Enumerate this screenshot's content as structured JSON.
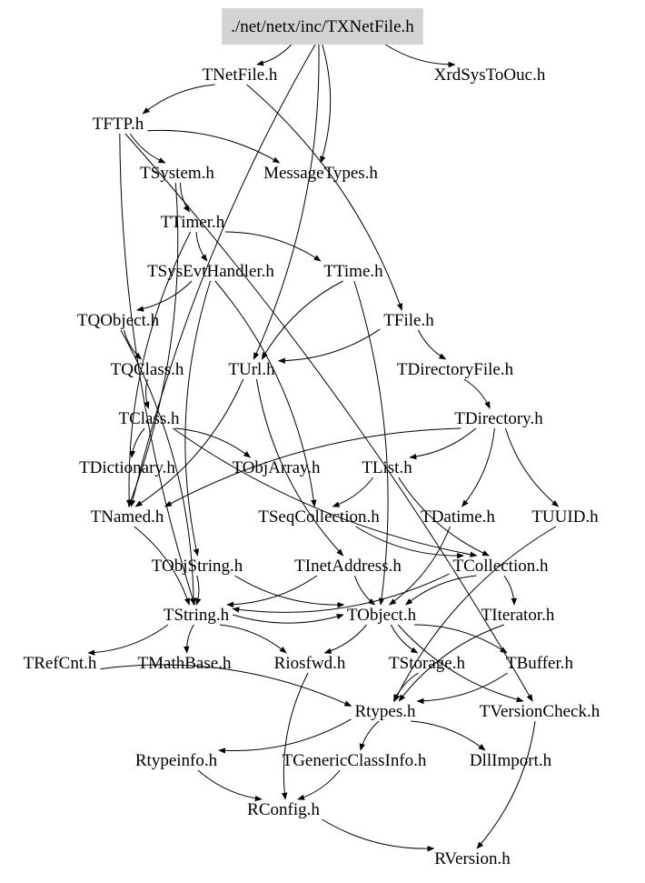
{
  "graph": {
    "root": "./net/netx/inc/TXNetFile.h",
    "nodes": [
      {
        "id": "txnetfile",
        "label": "./net/netx/inc/TXNetFile.h",
        "highlight": true
      },
      {
        "id": "tnetfile",
        "label": "TNetFile.h"
      },
      {
        "id": "xrdsystoouc",
        "label": "XrdSysToOuc.h"
      },
      {
        "id": "tftp",
        "label": "TFTP.h"
      },
      {
        "id": "tsystem",
        "label": "TSystem.h"
      },
      {
        "id": "messagetypes",
        "label": "MessageTypes.h"
      },
      {
        "id": "ttimer",
        "label": "TTimer.h"
      },
      {
        "id": "tsysevthandler",
        "label": "TSysEvtHandler.h"
      },
      {
        "id": "ttime",
        "label": "TTime.h"
      },
      {
        "id": "tqobject",
        "label": "TQObject.h"
      },
      {
        "id": "tfile",
        "label": "TFile.h"
      },
      {
        "id": "tqclass",
        "label": "TQClass.h"
      },
      {
        "id": "turl",
        "label": "TUrl.h"
      },
      {
        "id": "tdirectoryfile",
        "label": "TDirectoryFile.h"
      },
      {
        "id": "tclass",
        "label": "TClass.h"
      },
      {
        "id": "tdirectory",
        "label": "TDirectory.h"
      },
      {
        "id": "tdictionary",
        "label": "TDictionary.h"
      },
      {
        "id": "tobjarray",
        "label": "TObjArray.h"
      },
      {
        "id": "tlist",
        "label": "TList.h"
      },
      {
        "id": "tnamed",
        "label": "TNamed.h"
      },
      {
        "id": "tseqcollection",
        "label": "TSeqCollection.h"
      },
      {
        "id": "tdatime",
        "label": "TDatime.h"
      },
      {
        "id": "tuuid",
        "label": "TUUID.h"
      },
      {
        "id": "tobjstring",
        "label": "TObjString.h"
      },
      {
        "id": "tinetaddress",
        "label": "TInetAddress.h"
      },
      {
        "id": "tcollection",
        "label": "TCollection.h"
      },
      {
        "id": "tstring",
        "label": "TString.h"
      },
      {
        "id": "tobject",
        "label": "TObject.h"
      },
      {
        "id": "titerator",
        "label": "TIterator.h"
      },
      {
        "id": "trefcnt",
        "label": "TRefCnt.h"
      },
      {
        "id": "tmathbase",
        "label": "TMathBase.h"
      },
      {
        "id": "riosfwd",
        "label": "Riosfwd.h"
      },
      {
        "id": "tstorage",
        "label": "TStorage.h"
      },
      {
        "id": "tbuffer",
        "label": "TBuffer.h"
      },
      {
        "id": "rtypes",
        "label": "Rtypes.h"
      },
      {
        "id": "tversioncheck",
        "label": "TVersionCheck.h"
      },
      {
        "id": "rtypeinfo",
        "label": "Rtypeinfo.h"
      },
      {
        "id": "tgenericclassinfo",
        "label": "TGenericClassInfo.h"
      },
      {
        "id": "dllimport",
        "label": "DllImport.h"
      },
      {
        "id": "rconfig",
        "label": "RConfig.h"
      },
      {
        "id": "rversion",
        "label": "RVersion.h"
      }
    ],
    "edges": [
      [
        "txnetfile",
        "tnetfile"
      ],
      [
        "txnetfile",
        "xrdsystoouc"
      ],
      [
        "txnetfile",
        "messagetypes"
      ],
      [
        "txnetfile",
        "tnamed"
      ],
      [
        "txnetfile",
        "turl"
      ],
      [
        "tnetfile",
        "tftp"
      ],
      [
        "tnetfile",
        "tfile"
      ],
      [
        "tftp",
        "tsystem"
      ],
      [
        "tftp",
        "messagetypes"
      ],
      [
        "tftp",
        "tstring"
      ],
      [
        "tftp",
        "tversioncheck"
      ],
      [
        "tsystem",
        "ttimer"
      ],
      [
        "tsystem",
        "tnamed"
      ],
      [
        "ttimer",
        "tsysevthandler"
      ],
      [
        "ttimer",
        "ttime"
      ],
      [
        "ttimer",
        "tnamed"
      ],
      [
        "tsysevthandler",
        "tqobject"
      ],
      [
        "tsysevthandler",
        "tobjstring"
      ],
      [
        "tsysevthandler",
        "tseqcollection"
      ],
      [
        "ttime",
        "turl"
      ],
      [
        "ttime",
        "tobject"
      ],
      [
        "tqobject",
        "tqclass"
      ],
      [
        "tqobject",
        "tstring"
      ],
      [
        "tfile",
        "tdirectoryfile"
      ],
      [
        "tfile",
        "turl"
      ],
      [
        "tqclass",
        "tclass"
      ],
      [
        "turl",
        "tnamed"
      ],
      [
        "turl",
        "tinetaddress"
      ],
      [
        "tdirectoryfile",
        "tdirectory"
      ],
      [
        "tclass",
        "tdictionary"
      ],
      [
        "tclass",
        "tobjarray"
      ],
      [
        "tclass",
        "tcollection"
      ],
      [
        "tdirectory",
        "tlist"
      ],
      [
        "tdirectory",
        "tnamed"
      ],
      [
        "tdirectory",
        "tdatime"
      ],
      [
        "tdirectory",
        "tuuid"
      ],
      [
        "tlist",
        "tseqcollection"
      ],
      [
        "tlist",
        "tcollection"
      ],
      [
        "tnamed",
        "tstring"
      ],
      [
        "tseqcollection",
        "tcollection"
      ],
      [
        "tdatime",
        "tobject"
      ],
      [
        "tuuid",
        "rtypes"
      ],
      [
        "tobjstring",
        "tstring"
      ],
      [
        "tobjstring",
        "tobject"
      ],
      [
        "tinetaddress",
        "tstring"
      ],
      [
        "tinetaddress",
        "tobject"
      ],
      [
        "tcollection",
        "tstring"
      ],
      [
        "tcollection",
        "tobject"
      ],
      [
        "tcollection",
        "titerator"
      ],
      [
        "titerator",
        "rtypes"
      ],
      [
        "tstring",
        "trefcnt"
      ],
      [
        "tstring",
        "tmathbase"
      ],
      [
        "tstring",
        "riosfwd"
      ],
      [
        "tstring",
        "tobject"
      ],
      [
        "tobject",
        "riosfwd"
      ],
      [
        "tobject",
        "tstorage"
      ],
      [
        "tobject",
        "tbuffer"
      ],
      [
        "tobject",
        "tversioncheck"
      ],
      [
        "trefcnt",
        "rtypes"
      ],
      [
        "tstorage",
        "rtypes"
      ],
      [
        "tbuffer",
        "rtypes"
      ],
      [
        "riosfwd",
        "rconfig"
      ],
      [
        "rtypes",
        "rtypeinfo"
      ],
      [
        "rtypes",
        "tgenericclassinfo"
      ],
      [
        "rtypes",
        "dllimport"
      ],
      [
        "rtypeinfo",
        "rconfig"
      ],
      [
        "tgenericclassinfo",
        "rconfig"
      ],
      [
        "rconfig",
        "rversion"
      ],
      [
        "tversioncheck",
        "rversion"
      ]
    ]
  }
}
